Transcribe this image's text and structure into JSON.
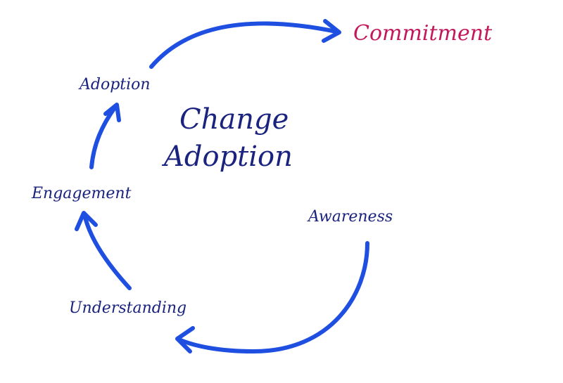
{
  "title": {
    "line1": "Change",
    "line2": "Adoption"
  },
  "stages": {
    "adoption": "Adoption",
    "engagement": "Engagement",
    "understanding": "Understanding",
    "awareness": "Awareness",
    "commitment": "Commitment"
  },
  "colors": {
    "arrow": "#1f4fe0",
    "text": "#1a237e",
    "commitment": "#c2185b"
  }
}
